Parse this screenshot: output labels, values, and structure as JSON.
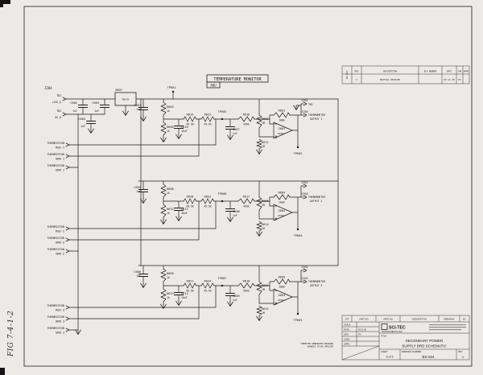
{
  "colors": {
    "ink": "#1e1e1e",
    "paper": "#ebeae6"
  },
  "page": {
    "fig_note": "FIG 7-4-1-2",
    "note_line1": "COMPUTER GENERATED DRAWING",
    "note_line2": "CHANGES TO BE APPLIED"
  },
  "header": {
    "title_box": "TEMPERATURE MONITOR",
    "assembly_ref": "A6U"
  },
  "rev_table": {
    "side_label": "BS-024",
    "headers": [
      "REV",
      "DESCRIPTION",
      "ECA NUMBER",
      "DATE",
      "CHK",
      "APPD"
    ],
    "row": [
      "1",
      "INITIAL RELEASE",
      "",
      "93.11.29",
      "PV",
      ""
    ]
  },
  "power_input": {
    "j204": "J204",
    "pin1": "TB1",
    "pin1_net": "+15V_A",
    "pin2": "TB2",
    "pin2_net": "0V_A",
    "c602": "C602",
    "c602_val": "1uF",
    "c603": "C603",
    "c603_val": "1uF",
    "c604": "C604",
    "c604_val": "1uF",
    "z602": "Z602",
    "z602_part": "REF02",
    "tp601": "TP601"
  },
  "thermistors": [
    {
      "line1": "THERMISTOR",
      "line2": "RED 1"
    },
    {
      "line1": "THERMISTOR",
      "line2": "ORN 1"
    },
    {
      "line1": "THERMISTOR",
      "line2": "GRN 1"
    },
    {
      "line1": "THERMISTOR",
      "line2": "RED 2"
    },
    {
      "line1": "THERMISTOR",
      "line2": "ORN 2"
    },
    {
      "line1": "THERMISTOR",
      "line2": "GRN 2"
    },
    {
      "line1": "THERMISTOR",
      "line2": "RED 3"
    },
    {
      "line1": "THERMISTOR",
      "line2": "ORN 3"
    },
    {
      "line1": "THERMISTOR",
      "line2": "GRN 3"
    }
  ],
  "channels": [
    {
      "cap_a": "C601",
      "cap_a_val": "1uF",
      "res_a": "R603",
      "res_a_val": "1k",
      "res_b": "R600",
      "res_b_val": "1k",
      "cap_b": "C610",
      "cap_b_val": "10uF",
      "res_c": "R619",
      "res_c_val": "49.9k",
      "res_d": "R622",
      "res_d_val": "49.9k",
      "tp_node": "TP605",
      "cap_c": "C607",
      "cap_c_val": "1uF",
      "res_e": "R616",
      "res_e_val": "499k",
      "res_f": "R602",
      "res_f_val": "1M",
      "res_g": "R611",
      "res_g_val": "1M",
      "res_h": "R601",
      "res_h_val": "100k",
      "opamp": "Z601",
      "opamp_part": "LM324",
      "j101": "J101",
      "j101_pin": "TB1",
      "j104": "J104",
      "out_l1": "THERMOMETER",
      "out_l2": "OUTPUT 1",
      "tp_out": "TP602"
    },
    {
      "cap_a": "C605",
      "cap_a_val": "1uF",
      "res_a": "R608",
      "res_a_val": "1k",
      "res_b": "R612",
      "res_b_val": "1k",
      "cap_b": "C611",
      "cap_b_val": "10uF",
      "res_c": "R620",
      "res_c_val": "49.9k",
      "res_d": "R623",
      "res_d_val": "49.9k",
      "tp_node": "TP606",
      "cap_c": "C608",
      "cap_c_val": "1uF",
      "res_e": "R617",
      "res_e_val": "499k",
      "res_f": "R606",
      "res_f_val": "1M",
      "res_g": "R614",
      "res_g_val": "1M",
      "res_h": "R604",
      "res_h_val": "100k",
      "opamp": "Z601",
      "opamp_part": "LM324",
      "j101": "J101",
      "j101_pin": "",
      "j104": "J104",
      "out_l1": "THERMOMETER",
      "out_l2": "OUTPUT 2",
      "tp_out": "TP604"
    },
    {
      "cap_a": "C606",
      "cap_a_val": "1uF",
      "res_a": "R609",
      "res_a_val": "1k",
      "res_b": "R613",
      "res_b_val": "1k",
      "cap_b": "C612",
      "cap_b_val": "10uF",
      "res_c": "R621",
      "res_c_val": "49.9k",
      "res_d": "R624",
      "res_d_val": "49.9k",
      "tp_node": "TP607",
      "cap_c": "C609",
      "cap_c_val": "1uF",
      "res_e": "R618",
      "res_e_val": "499k",
      "res_f": "R607",
      "res_f_val": "1M",
      "res_g": "R615",
      "res_g_val": "1M",
      "res_h": "R605",
      "res_h_val": "100k",
      "opamp": "Z601",
      "opamp_part": "LM324",
      "j101": "J101",
      "j101_pin": "",
      "j104": "J104",
      "out_l1": "THERMOMETER",
      "out_l2": "OUTPUT 3",
      "tp_out": "TP603"
    }
  ],
  "title_block": {
    "strip_headers": [
      "LTR",
      "PART NO",
      "APPD NO",
      "DESCRIPTION",
      "REMARKS",
      "BY"
    ],
    "fields": [
      {
        "label": "SCALE",
        "value": ""
      },
      {
        "label": "DATE",
        "value": "93.11.29"
      },
      {
        "label": "DRN",
        "value": "PV"
      },
      {
        "label": "CHKD",
        "value": ""
      },
      {
        "label": "APPD",
        "value": ""
      }
    ],
    "company": "SCI-TEC",
    "company2": "INSTRUMENTS INC.",
    "title_label": "TITLE",
    "title_line1": "SECONDARY POWER",
    "title_line2": "SUPPLY BRD SCHEMATIC",
    "sheet_label": "SHEET",
    "sheet": "3 of 3",
    "dwg_label": "DRAWING NUMBER",
    "dwg": "BS-024",
    "rev_label": "REV",
    "rev": "1"
  }
}
